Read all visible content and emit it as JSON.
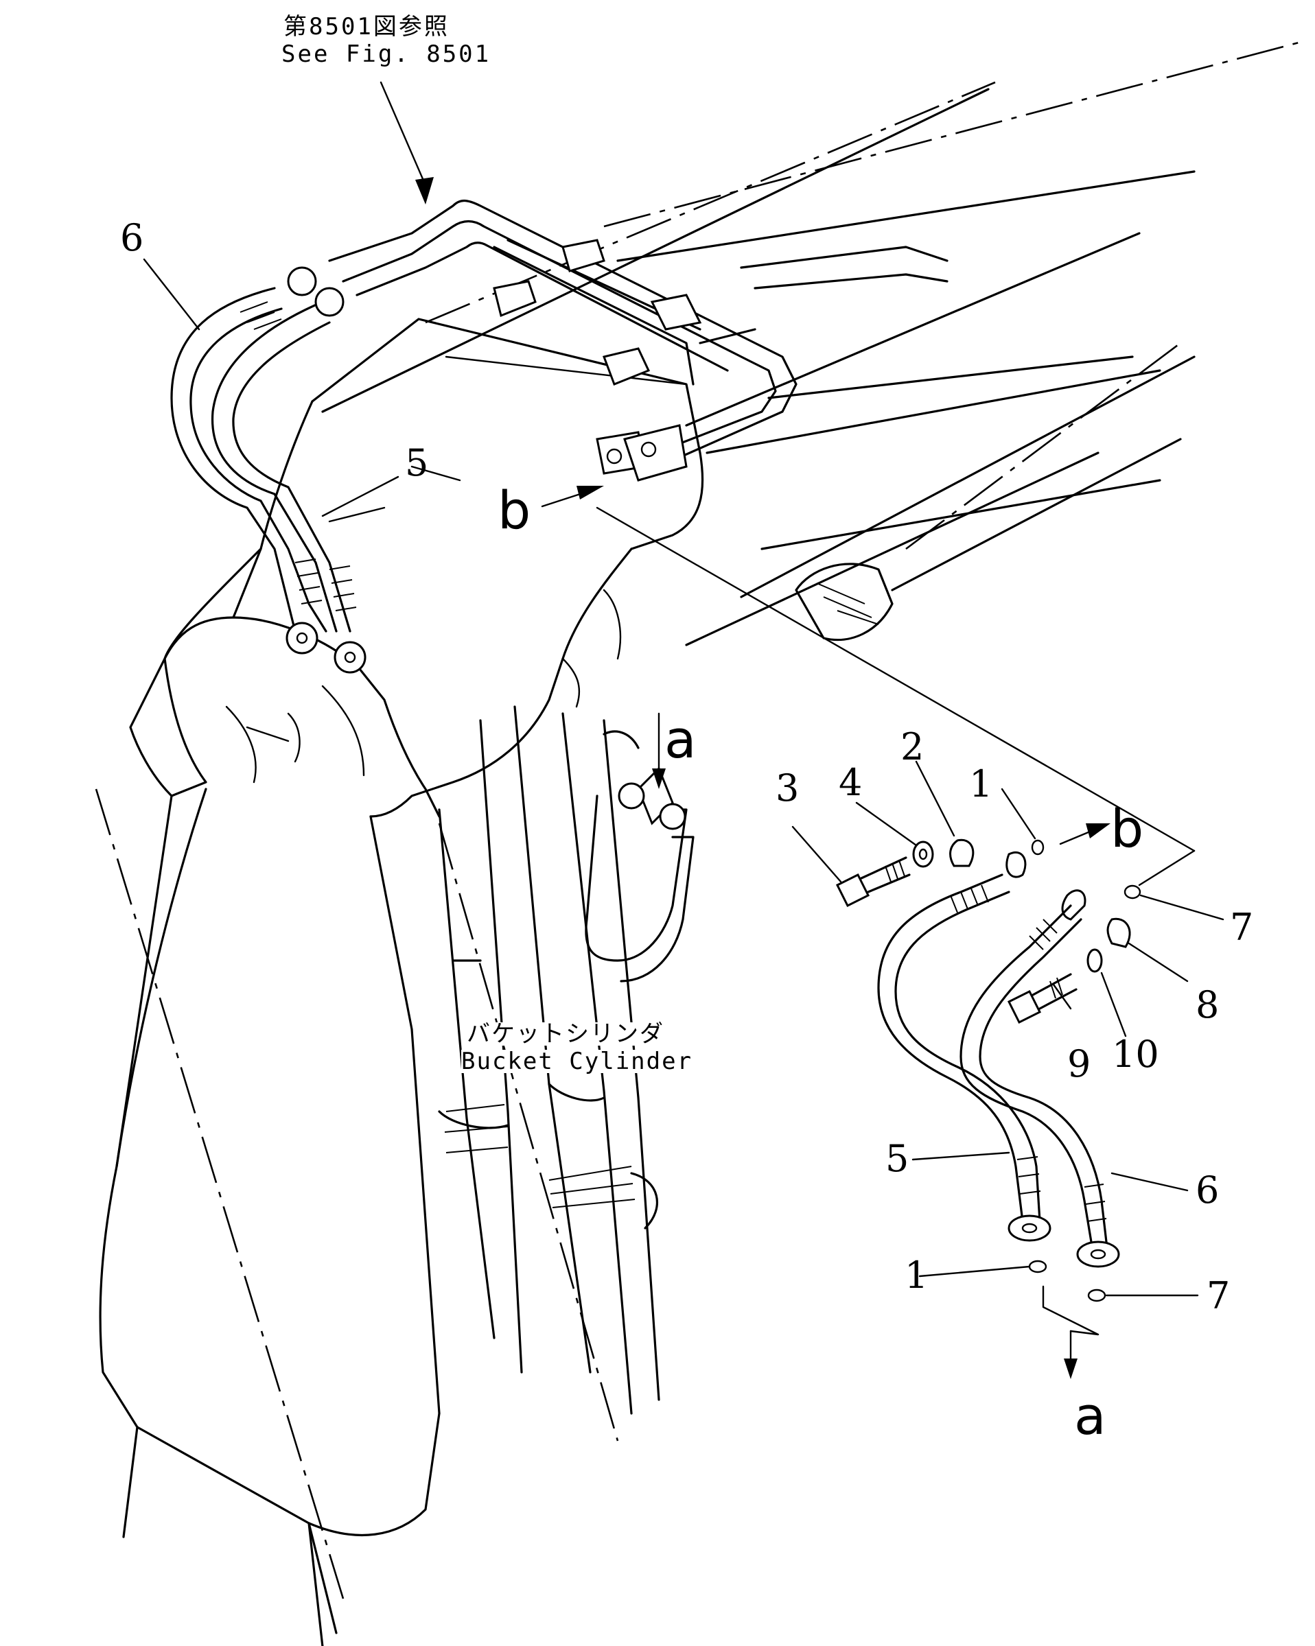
{
  "reference": {
    "line_jp": "第8501図参照",
    "line_en": "See Fig. 8501"
  },
  "callout": {
    "line_jp": "バケットシリンダ",
    "line_en": "Bucket Cylinder"
  },
  "view_markers": {
    "b_main": "b",
    "a_main": "a",
    "b_detail": "b",
    "a_detail": "a"
  },
  "part_numbers": {
    "main_6": "6",
    "main_5": "5",
    "detail_1_top": "1",
    "detail_2": "2",
    "detail_3": "3",
    "detail_4": "4",
    "detail_5": "5",
    "detail_6": "6",
    "detail_7_top": "7",
    "detail_8": "8",
    "detail_9": "9",
    "detail_10": "10",
    "detail_1_bottom": "1",
    "detail_7_bottom": "7"
  }
}
